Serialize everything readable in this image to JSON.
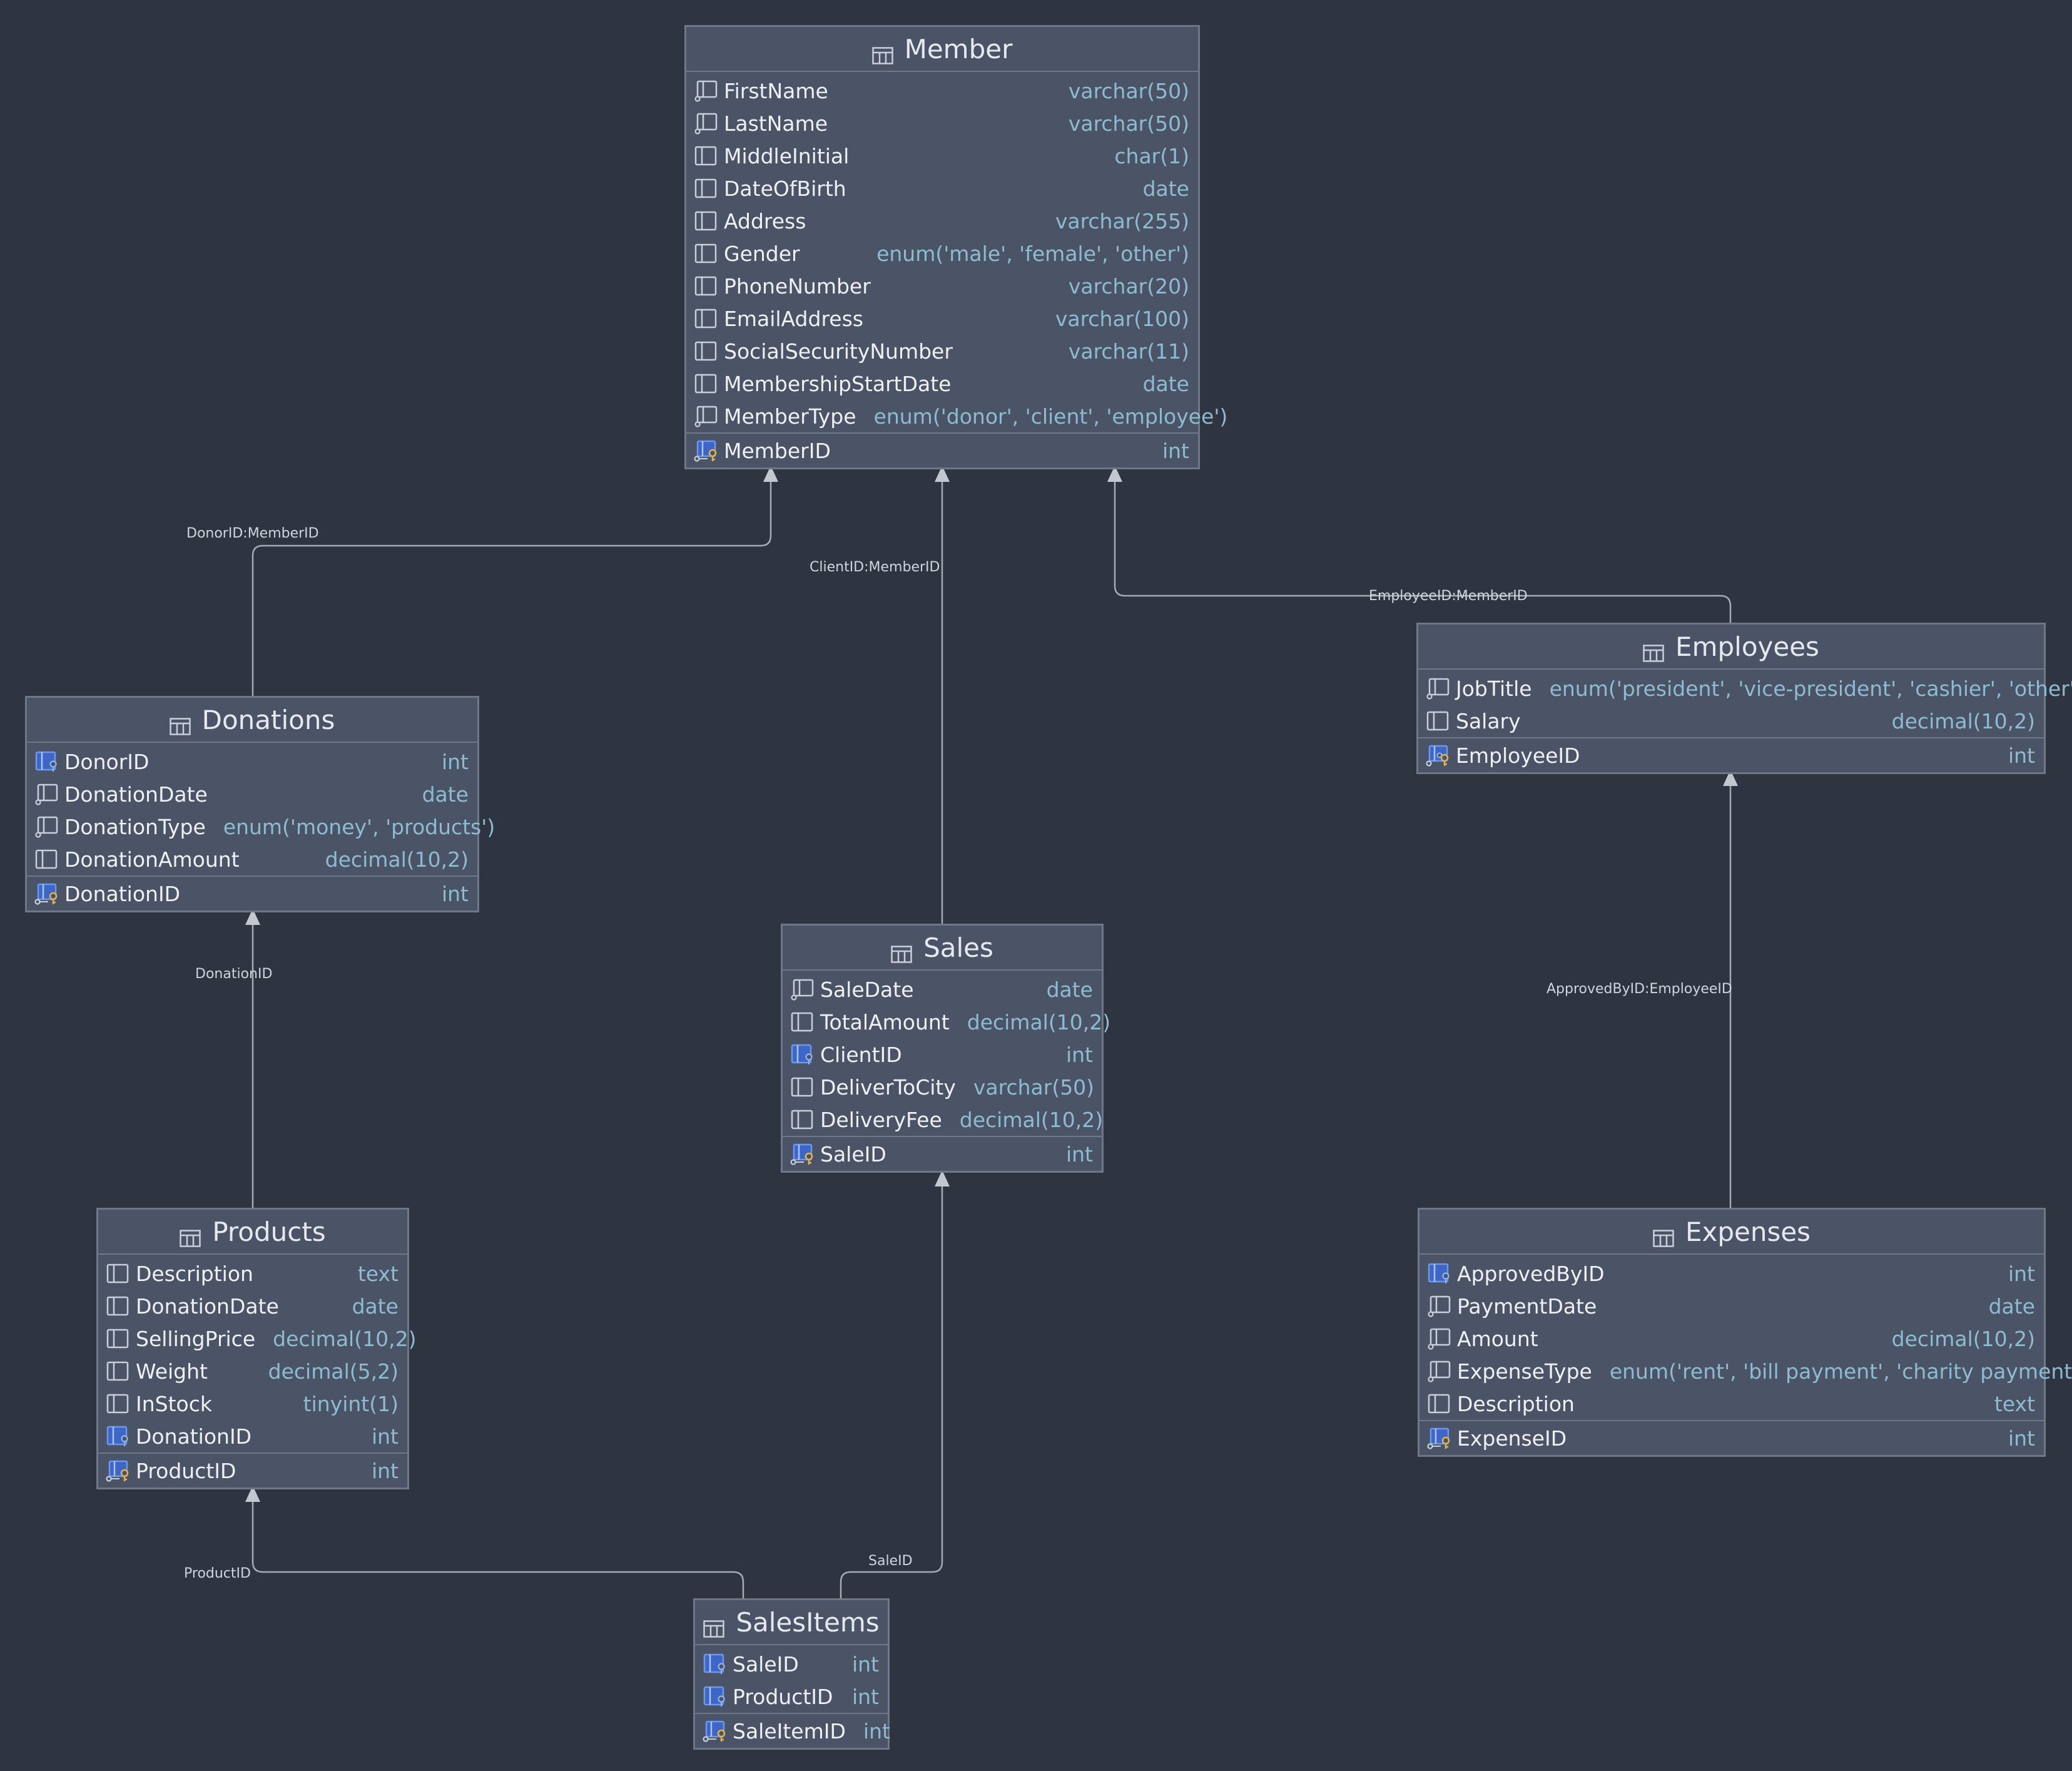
{
  "colors": {
    "background": "#2e3440",
    "table_fill": "#4b5466",
    "type_text": "#8dbbd0",
    "fk_icon": "#4a7bd6",
    "pk_key": "#e0b355"
  },
  "tables": {
    "member": {
      "title": "Member",
      "columns": [
        {
          "name": "FirstName",
          "type": "varchar(50)",
          "icon": "notnull-column-icon"
        },
        {
          "name": "LastName",
          "type": "varchar(50)",
          "icon": "notnull-column-icon"
        },
        {
          "name": "MiddleInitial",
          "type": "char(1)",
          "icon": "column-icon"
        },
        {
          "name": "DateOfBirth",
          "type": "date",
          "icon": "column-icon"
        },
        {
          "name": "Address",
          "type": "varchar(255)",
          "icon": "column-icon"
        },
        {
          "name": "Gender",
          "type": "enum('male', 'female', 'other')",
          "icon": "column-icon"
        },
        {
          "name": "PhoneNumber",
          "type": "varchar(20)",
          "icon": "column-icon"
        },
        {
          "name": "EmailAddress",
          "type": "varchar(100)",
          "icon": "column-icon"
        },
        {
          "name": "SocialSecurityNumber",
          "type": "varchar(11)",
          "icon": "column-icon"
        },
        {
          "name": "MembershipStartDate",
          "type": "date",
          "icon": "column-icon"
        },
        {
          "name": "MemberType",
          "type": "enum('donor', 'client', 'employee')",
          "icon": "notnull-column-icon"
        },
        {
          "name": "MemberID",
          "type": "int",
          "icon": "primary-key-icon"
        }
      ]
    },
    "donations": {
      "title": "Donations",
      "columns": [
        {
          "name": "DonorID",
          "type": "int",
          "icon": "foreign-key-icon"
        },
        {
          "name": "DonationDate",
          "type": "date",
          "icon": "notnull-column-icon"
        },
        {
          "name": "DonationType",
          "type": "enum('money', 'products')",
          "icon": "notnull-column-icon"
        },
        {
          "name": "DonationAmount",
          "type": "decimal(10,2)",
          "icon": "column-icon"
        },
        {
          "name": "DonationID",
          "type": "int",
          "icon": "primary-key-icon"
        }
      ]
    },
    "employees": {
      "title": "Employees",
      "columns": [
        {
          "name": "JobTitle",
          "type": "enum('president', 'vice-president', 'cashier', 'other')",
          "icon": "notnull-column-icon"
        },
        {
          "name": "Salary",
          "type": "decimal(10,2)",
          "icon": "column-icon"
        },
        {
          "name": "EmployeeID",
          "type": "int",
          "icon": "primary-key-fk-icon"
        }
      ]
    },
    "sales": {
      "title": "Sales",
      "columns": [
        {
          "name": "SaleDate",
          "type": "date",
          "icon": "notnull-column-icon"
        },
        {
          "name": "TotalAmount",
          "type": "decimal(10,2)",
          "icon": "column-icon"
        },
        {
          "name": "ClientID",
          "type": "int",
          "icon": "foreign-key-icon"
        },
        {
          "name": "DeliverToCity",
          "type": "varchar(50)",
          "icon": "column-icon"
        },
        {
          "name": "DeliveryFee",
          "type": "decimal(10,2)",
          "icon": "column-icon"
        },
        {
          "name": "SaleID",
          "type": "int",
          "icon": "primary-key-icon"
        }
      ]
    },
    "products": {
      "title": "Products",
      "columns": [
        {
          "name": "Description",
          "type": "text",
          "icon": "column-icon"
        },
        {
          "name": "DonationDate",
          "type": "date",
          "icon": "column-icon"
        },
        {
          "name": "SellingPrice",
          "type": "decimal(10,2)",
          "icon": "column-icon"
        },
        {
          "name": "Weight",
          "type": "decimal(5,2)",
          "icon": "column-icon"
        },
        {
          "name": "InStock",
          "type": "tinyint(1)",
          "icon": "column-icon"
        },
        {
          "name": "DonationID",
          "type": "int",
          "icon": "foreign-key-icon"
        },
        {
          "name": "ProductID",
          "type": "int",
          "icon": "primary-key-icon"
        }
      ]
    },
    "expenses": {
      "title": "Expenses",
      "columns": [
        {
          "name": "ApprovedByID",
          "type": "int",
          "icon": "foreign-key-icon"
        },
        {
          "name": "PaymentDate",
          "type": "date",
          "icon": "notnull-column-icon"
        },
        {
          "name": "Amount",
          "type": "decimal(10,2)",
          "icon": "notnull-column-icon"
        },
        {
          "name": "ExpenseType",
          "type": "enum('rent', 'bill payment', 'charity payment')",
          "icon": "notnull-column-icon"
        },
        {
          "name": "Description",
          "type": "text",
          "icon": "column-icon"
        },
        {
          "name": "ExpenseID",
          "type": "int",
          "icon": "primary-key-icon"
        }
      ]
    },
    "salesitems": {
      "title": "SalesItems",
      "columns": [
        {
          "name": "SaleID",
          "type": "int",
          "icon": "foreign-key-icon"
        },
        {
          "name": "ProductID",
          "type": "int",
          "icon": "foreign-key-icon"
        },
        {
          "name": "SaleItemID",
          "type": "int",
          "icon": "primary-key-icon"
        }
      ]
    }
  },
  "relations": [
    {
      "id": "donor",
      "label": "DonorID:MemberID"
    },
    {
      "id": "client",
      "label": "ClientID:MemberID"
    },
    {
      "id": "employee",
      "label": "EmployeeID:MemberID"
    },
    {
      "id": "donation",
      "label": "DonationID"
    },
    {
      "id": "approved",
      "label": "ApprovedByID:EmployeeID"
    },
    {
      "id": "product",
      "label": "ProductID"
    },
    {
      "id": "sale",
      "label": "SaleID"
    }
  ]
}
